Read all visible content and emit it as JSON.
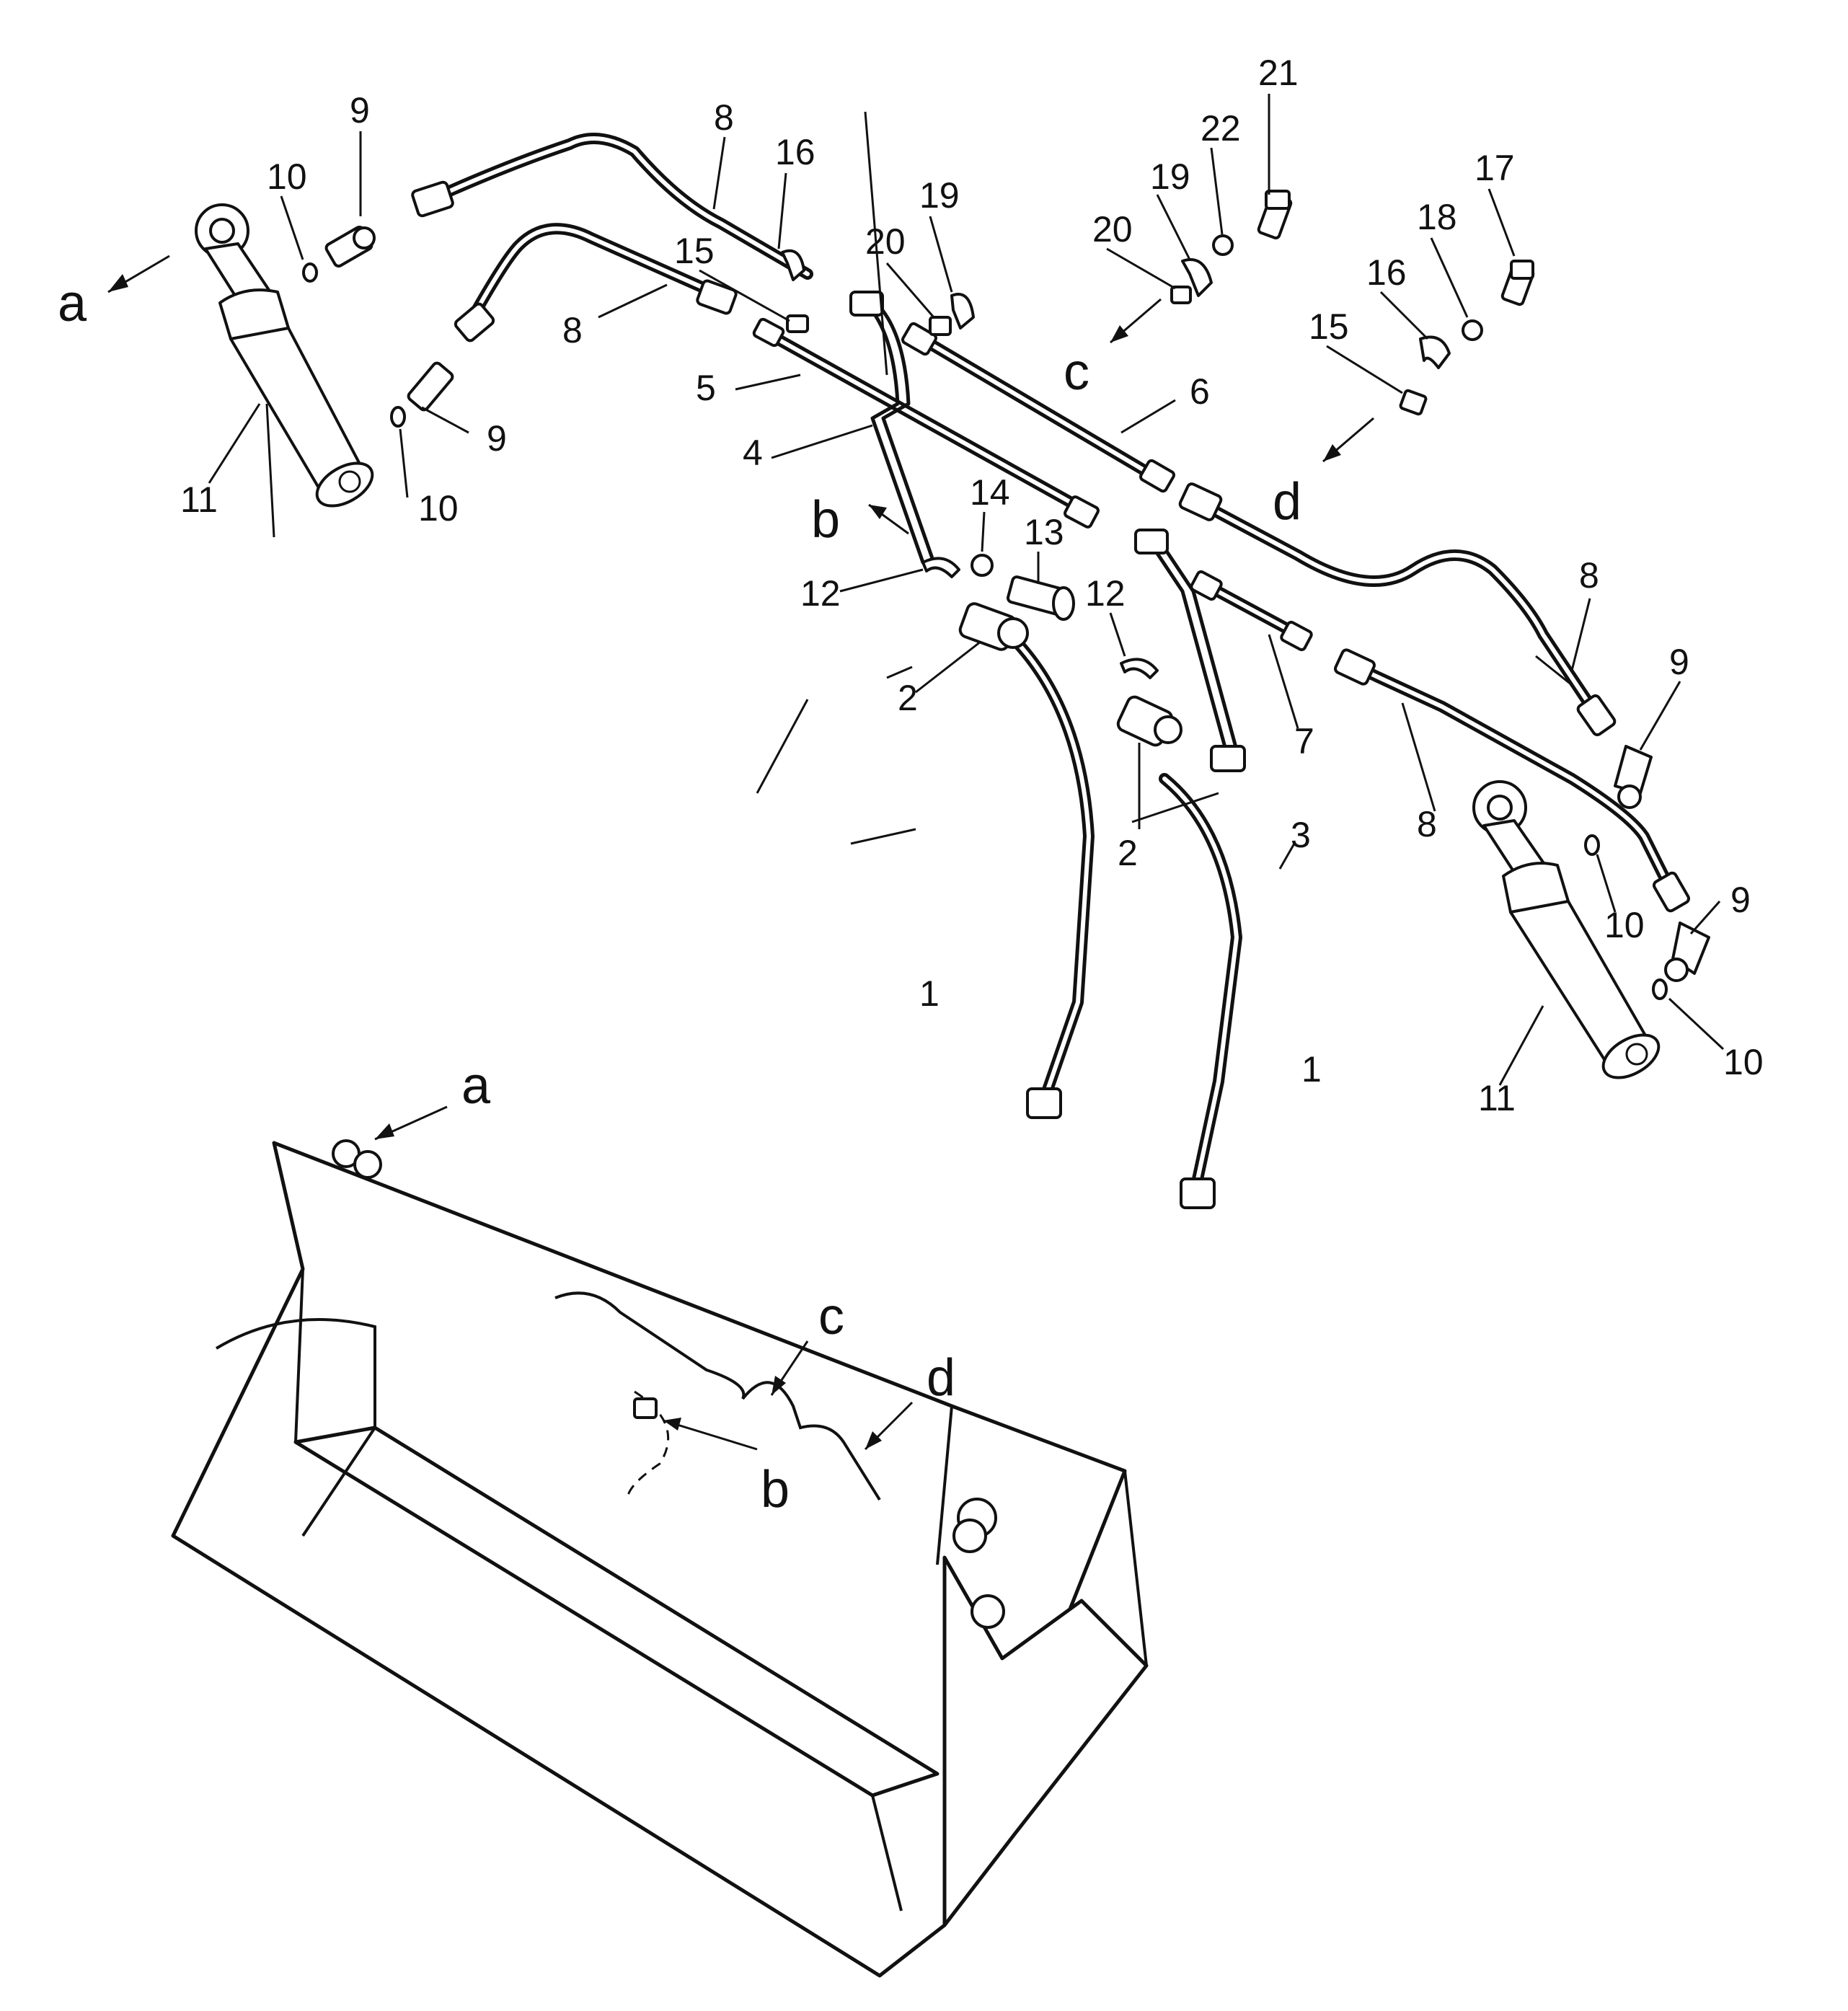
{
  "diagram": {
    "callouts": {
      "c1a": "1",
      "c1b": "1",
      "c2a": "2",
      "c2b": "2",
      "c3": "3",
      "c4": "4",
      "c5": "5",
      "c6": "6",
      "c7": "7",
      "c8a": "8",
      "c8b": "8",
      "c8c": "8",
      "c8d": "8",
      "c9a": "9",
      "c9b": "9",
      "c9c": "9",
      "c9d": "9",
      "c10a": "10",
      "c10b": "10",
      "c10c": "10",
      "c10d": "10",
      "c11a": "11",
      "c11b": "11",
      "c12a": "12",
      "c12b": "12",
      "c13": "13",
      "c14": "14",
      "c15a": "15",
      "c15b": "15",
      "c16a": "16",
      "c16b": "16",
      "c17": "17",
      "c18": "18",
      "c19a": "19",
      "c19b": "19",
      "c20a": "20",
      "c20b": "20",
      "c21": "21",
      "c22": "22"
    },
    "view_letters": {
      "a_top": "a",
      "a_bucket": "a",
      "b_top": "b",
      "b_bucket": "b",
      "c_top": "c",
      "c_bucket": "c",
      "d_top": "d",
      "d_bucket": "d"
    }
  }
}
